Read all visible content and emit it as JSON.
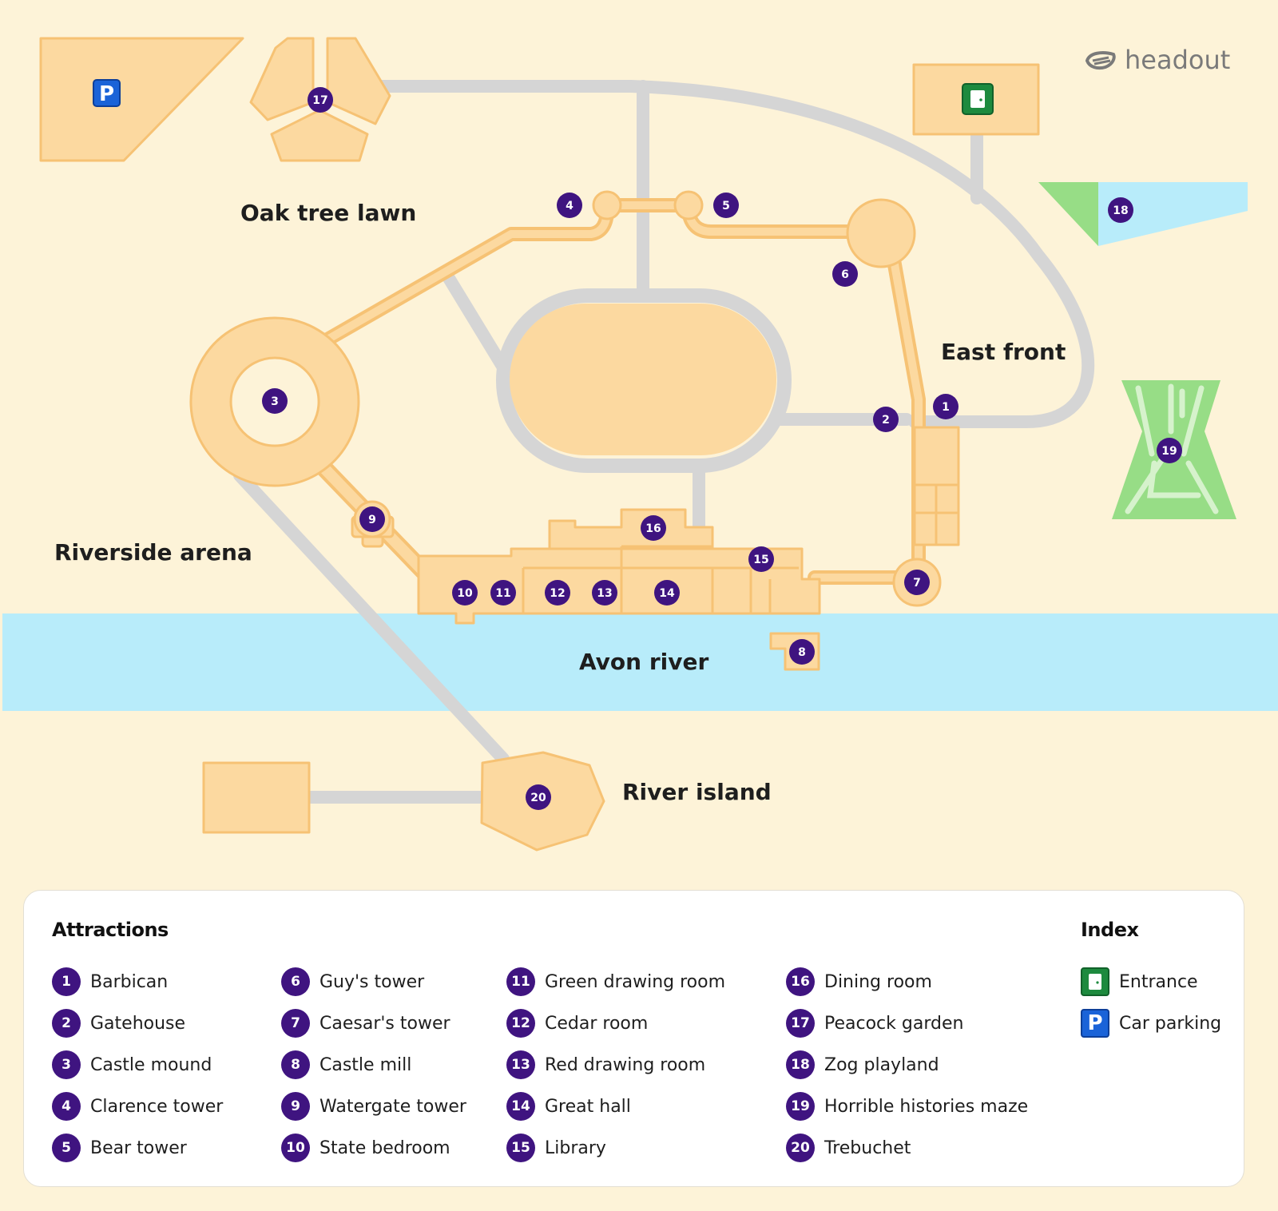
{
  "brand": {
    "logo_text": "headout"
  },
  "areas": {
    "oak_tree_lawn": "Oak tree lawn",
    "east_front": "East front",
    "riverside_arena": "Riverside arena",
    "avon_river": "Avon river",
    "river_island": "River island"
  },
  "markers": {
    "parking_glyph": "P"
  },
  "legend": {
    "attractions_title": "Attractions",
    "index_title": "Index",
    "attractions": [
      {
        "num": "1",
        "label": "Barbican"
      },
      {
        "num": "2",
        "label": "Gatehouse"
      },
      {
        "num": "3",
        "label": "Castle mound"
      },
      {
        "num": "4",
        "label": "Clarence tower"
      },
      {
        "num": "5",
        "label": "Bear tower"
      },
      {
        "num": "6",
        "label": "Guy's tower"
      },
      {
        "num": "7",
        "label": "Caesar's tower"
      },
      {
        "num": "8",
        "label": "Castle mill"
      },
      {
        "num": "9",
        "label": "Watergate tower"
      },
      {
        "num": "10",
        "label": "State bedroom"
      },
      {
        "num": "11",
        "label": "Green drawing room"
      },
      {
        "num": "12",
        "label": "Cedar room"
      },
      {
        "num": "13",
        "label": "Red drawing room"
      },
      {
        "num": "14",
        "label": "Great hall"
      },
      {
        "num": "15",
        "label": "Library"
      },
      {
        "num": "16",
        "label": "Dining room"
      },
      {
        "num": "17",
        "label": "Peacock garden"
      },
      {
        "num": "18",
        "label": "Zog playland"
      },
      {
        "num": "19",
        "label": "Horrible histories maze"
      },
      {
        "num": "20",
        "label": "Trebuchet"
      }
    ],
    "index": [
      {
        "icon": "entrance-icon",
        "label": "Entrance",
        "color": "#1d8a3e"
      },
      {
        "icon": "parking-icon",
        "label": "Car parking",
        "glyph": "P",
        "color": "#1a63d8"
      }
    ]
  },
  "colors": {
    "background": "#fdf3d8",
    "building_fill": "#fcd9a0",
    "building_stroke": "#f6c274",
    "path_gray": "#d5d5d5",
    "river": "#b8ecfa",
    "pin": "#3f1480",
    "green": "#97dd86"
  }
}
